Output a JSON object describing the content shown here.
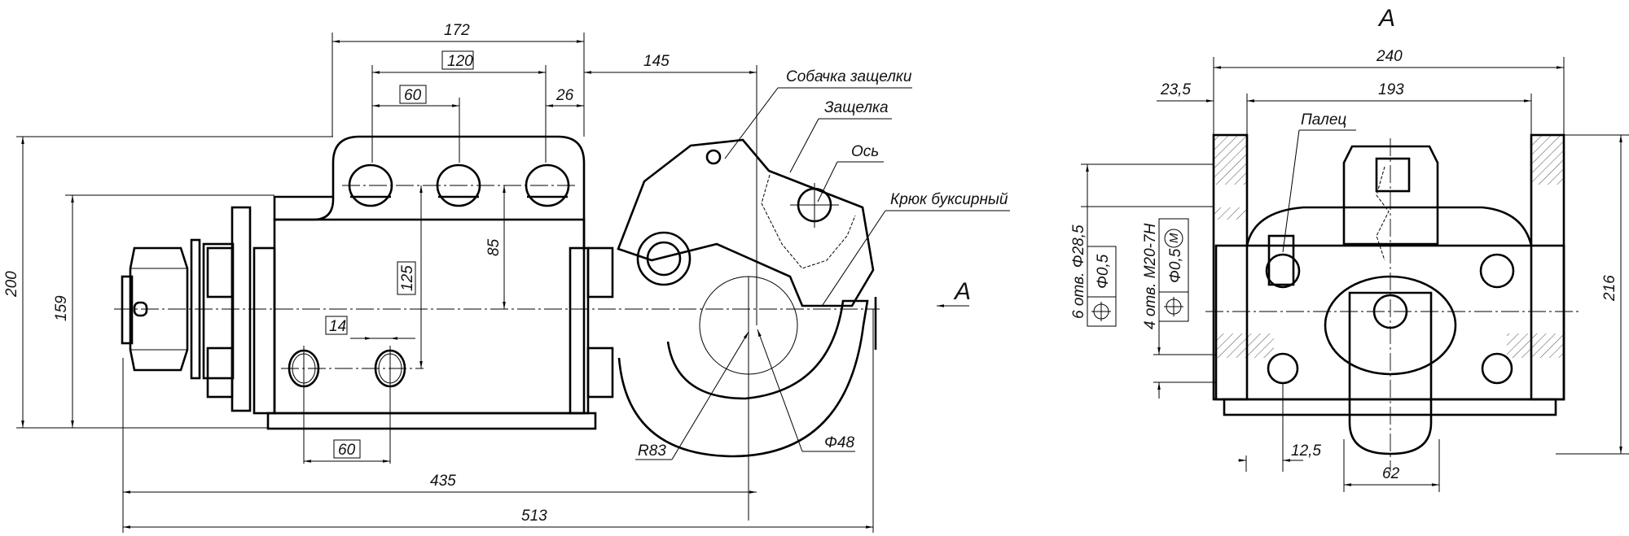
{
  "title": "Tow hitch assembly drawing",
  "view_label": "А",
  "section_arrow_label": "А",
  "leaders": {
    "dog": "Собачка защелки",
    "latch": "Защелка",
    "axle": "Ось",
    "hook": "Крюк буксирный",
    "pin": "Палец"
  },
  "dims_side": {
    "d172": "172",
    "d120": "120",
    "d145": "145",
    "d60_top": "60",
    "d26": "26",
    "d200": "200",
    "d159": "159",
    "d85": "85",
    "d125": "125",
    "d14": "14",
    "d60_bottom": "60",
    "d435": "435",
    "d513": "513",
    "r83": "R83",
    "phi48": "Φ48"
  },
  "dims_view": {
    "d240": "240",
    "d193": "193",
    "d23_5": "23,5",
    "d216": "216",
    "d12_5": "12,5",
    "d62": "62",
    "holes_6": "6 отв. Φ28,5",
    "tol_6": "Φ0,5",
    "holes_4": "4 отв. M20-7H",
    "tol_4": "Φ0,5",
    "tol_4_modifier": "M"
  }
}
